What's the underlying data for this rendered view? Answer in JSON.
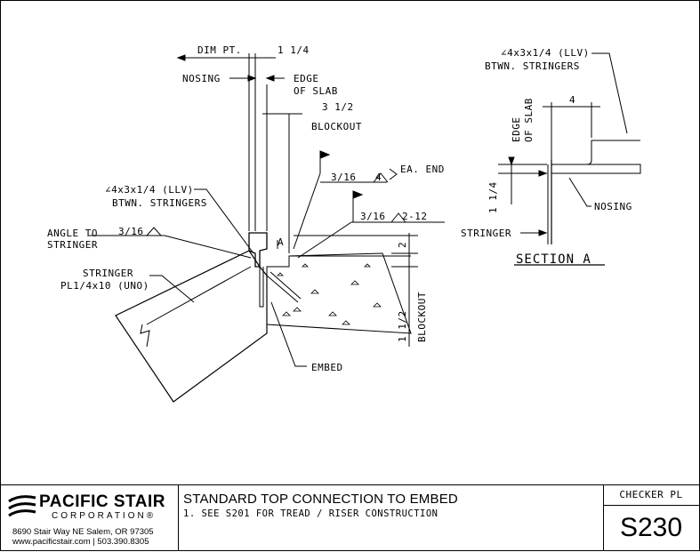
{
  "drawing": {
    "labels": {
      "dim_pt": "DIM PT.",
      "dim_1_1_4_top": "1 1/4",
      "nosing": "NOSING",
      "edge_of_slab_1": "EDGE",
      "edge_of_slab_2": "OF SLAB",
      "dim_3_1_2": "3 1/2",
      "blockout_top": "BLOCKOUT",
      "weld_316_a": "3/16",
      "weld_4": "4",
      "ea_end": "EA. END",
      "angle_spec_1": "∠4x3x1/4 (LLV)",
      "angle_spec_2": "BTWN. STRINGERS",
      "weld_316_b": "3/16",
      "weld_2_12": "2-12",
      "angle_to_1": "ANGLE TO",
      "angle_to_2": "STRINGER",
      "weld_316_c": "3/16",
      "detail_a": "A",
      "dim_2": "2",
      "stringer_1": "STRINGER",
      "stringer_2": "PL1/4x10 (UNO)",
      "dim_1_1_2": "1 1/2",
      "blockout_side": "BLOCKOUT",
      "embed": "EMBED"
    },
    "section_a": {
      "angle_spec_1": "∠4x3x1/4 (LLV)",
      "angle_spec_2": "BTWN. STRINGERS",
      "edge_of_slab_1": "EDGE",
      "edge_of_slab_2": "OF SLAB",
      "dim_4": "4",
      "dim_1_1_4": "1 1/4",
      "nosing": "NOSING",
      "stringer": "STRINGER",
      "title": "SECTION A"
    }
  },
  "title_block": {
    "company": "PACIFIC STAIR",
    "corporation": "CORPORATION®",
    "address": "8690 Stair Way NE Salem, OR 97305",
    "contact": "www.pacificstair.com  |  503.390.8305",
    "title": "STANDARD TOP CONNECTION TO EMBED",
    "note": "1. SEE S201 FOR TREAD / RISER CONSTRUCTION",
    "checker": "CHECKER PL",
    "sheet_number": "S230"
  }
}
